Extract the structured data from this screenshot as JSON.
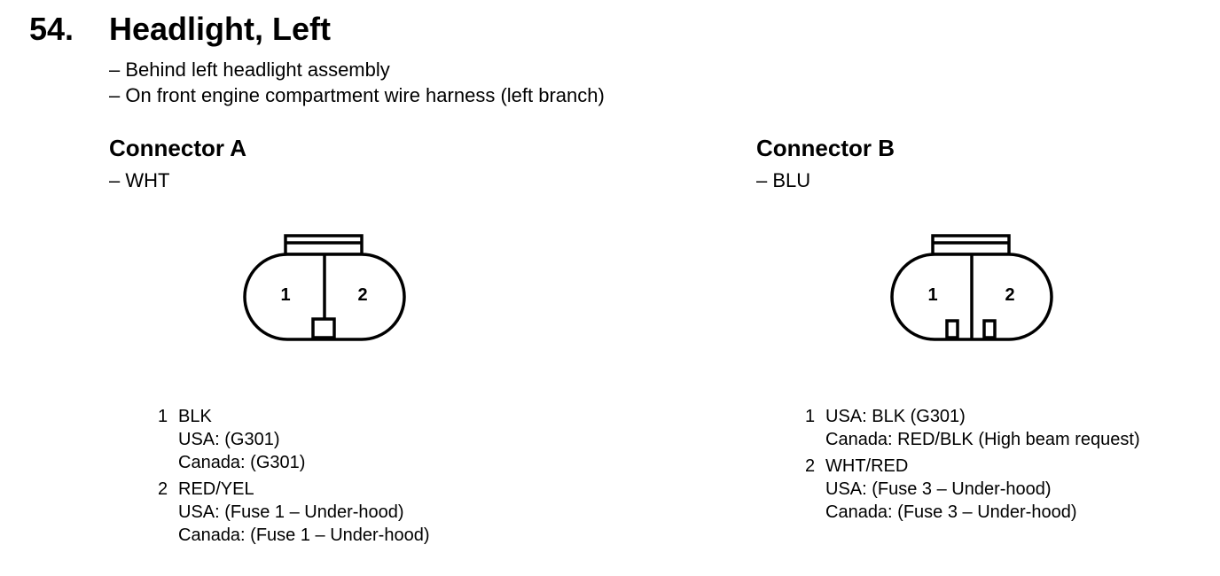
{
  "header": {
    "number": "54.",
    "title": "Headlight, Left"
  },
  "location": [
    "– Behind left headlight assembly",
    "– On front engine compartment wire harness (left branch)"
  ],
  "connectors": [
    {
      "title": "Connector A",
      "color": "– WHT",
      "pins_label": [
        "1",
        "2"
      ],
      "pins": [
        {
          "id": "1",
          "lines": [
            "BLK",
            "USA: (G301)",
            "Canada: (G301)"
          ]
        },
        {
          "id": "2",
          "lines": [
            "RED/YEL",
            "USA: (Fuse 1 – Under-hood)",
            "Canada: (Fuse 1 – Under-hood)"
          ]
        }
      ]
    },
    {
      "title": "Connector B",
      "color": "– BLU",
      "pins_label": [
        "1",
        "2"
      ],
      "pins": [
        {
          "id": "1",
          "lines": [
            "USA: BLK (G301)",
            "Canada: RED/BLK (High beam request)"
          ]
        },
        {
          "id": "2",
          "lines": [
            "WHT/RED",
            "USA: (Fuse 3 – Under-hood)",
            "Canada: (Fuse 3 – Under-hood)"
          ]
        }
      ]
    }
  ]
}
